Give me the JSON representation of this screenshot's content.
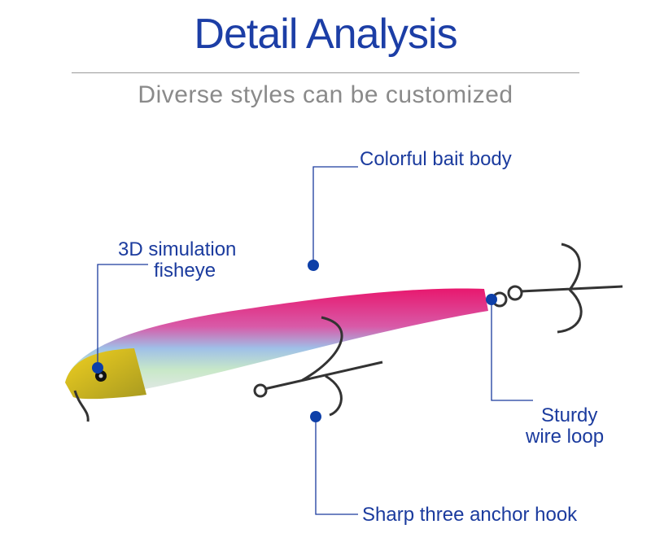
{
  "header": {
    "title": "Detail Analysis",
    "subtitle": "Diverse styles can be customized"
  },
  "callouts": {
    "body": "Colorful bait body",
    "eye_line1": "3D simulation",
    "eye_line2": "fisheye",
    "loop_line1": "Sturdy",
    "loop_line2": "wire loop",
    "hook": "Sharp three anchor hook"
  },
  "colors": {
    "accent": "#1b3b9e",
    "dot": "#0d3fa8",
    "subtitle": "#8a8a8a"
  }
}
